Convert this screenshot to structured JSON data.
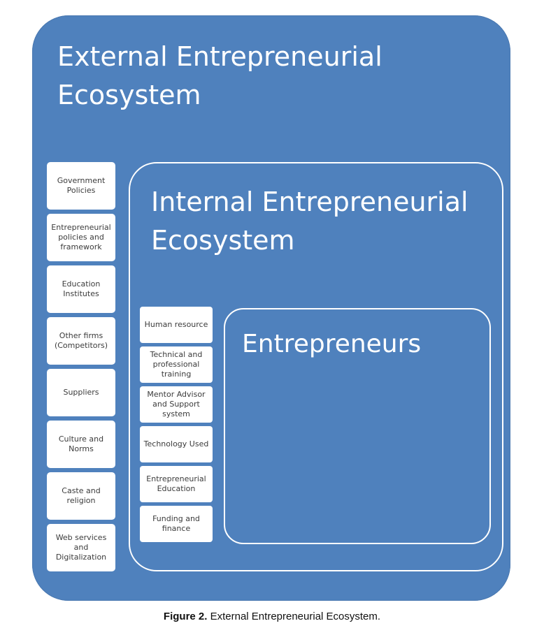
{
  "diagram": {
    "outer_title": "External Entrepreneurial Ecosystem",
    "external_factors": [
      "Government Policies",
      "Entrepreneurial policies and framework",
      "Education Institutes",
      "Other firms (Competitors)",
      "Suppliers",
      "Culture and Norms",
      "Caste and religion",
      "Web services and Digitalization"
    ],
    "inner_title": "Internal Entrepreneurial Ecosystem",
    "internal_factors": [
      "Human resource",
      "Technical and professional training",
      "Mentor Advisor and Support system",
      "Technology Used",
      "Entrepreneurial Education",
      "Funding and finance"
    ],
    "core_title": "Entrepreneurs"
  },
  "caption": {
    "label": "Figure 2.",
    "text": "External Entrepreneurial Ecosystem."
  },
  "colors": {
    "background_blue": "#4f81bd",
    "box_white": "#ffffff"
  }
}
